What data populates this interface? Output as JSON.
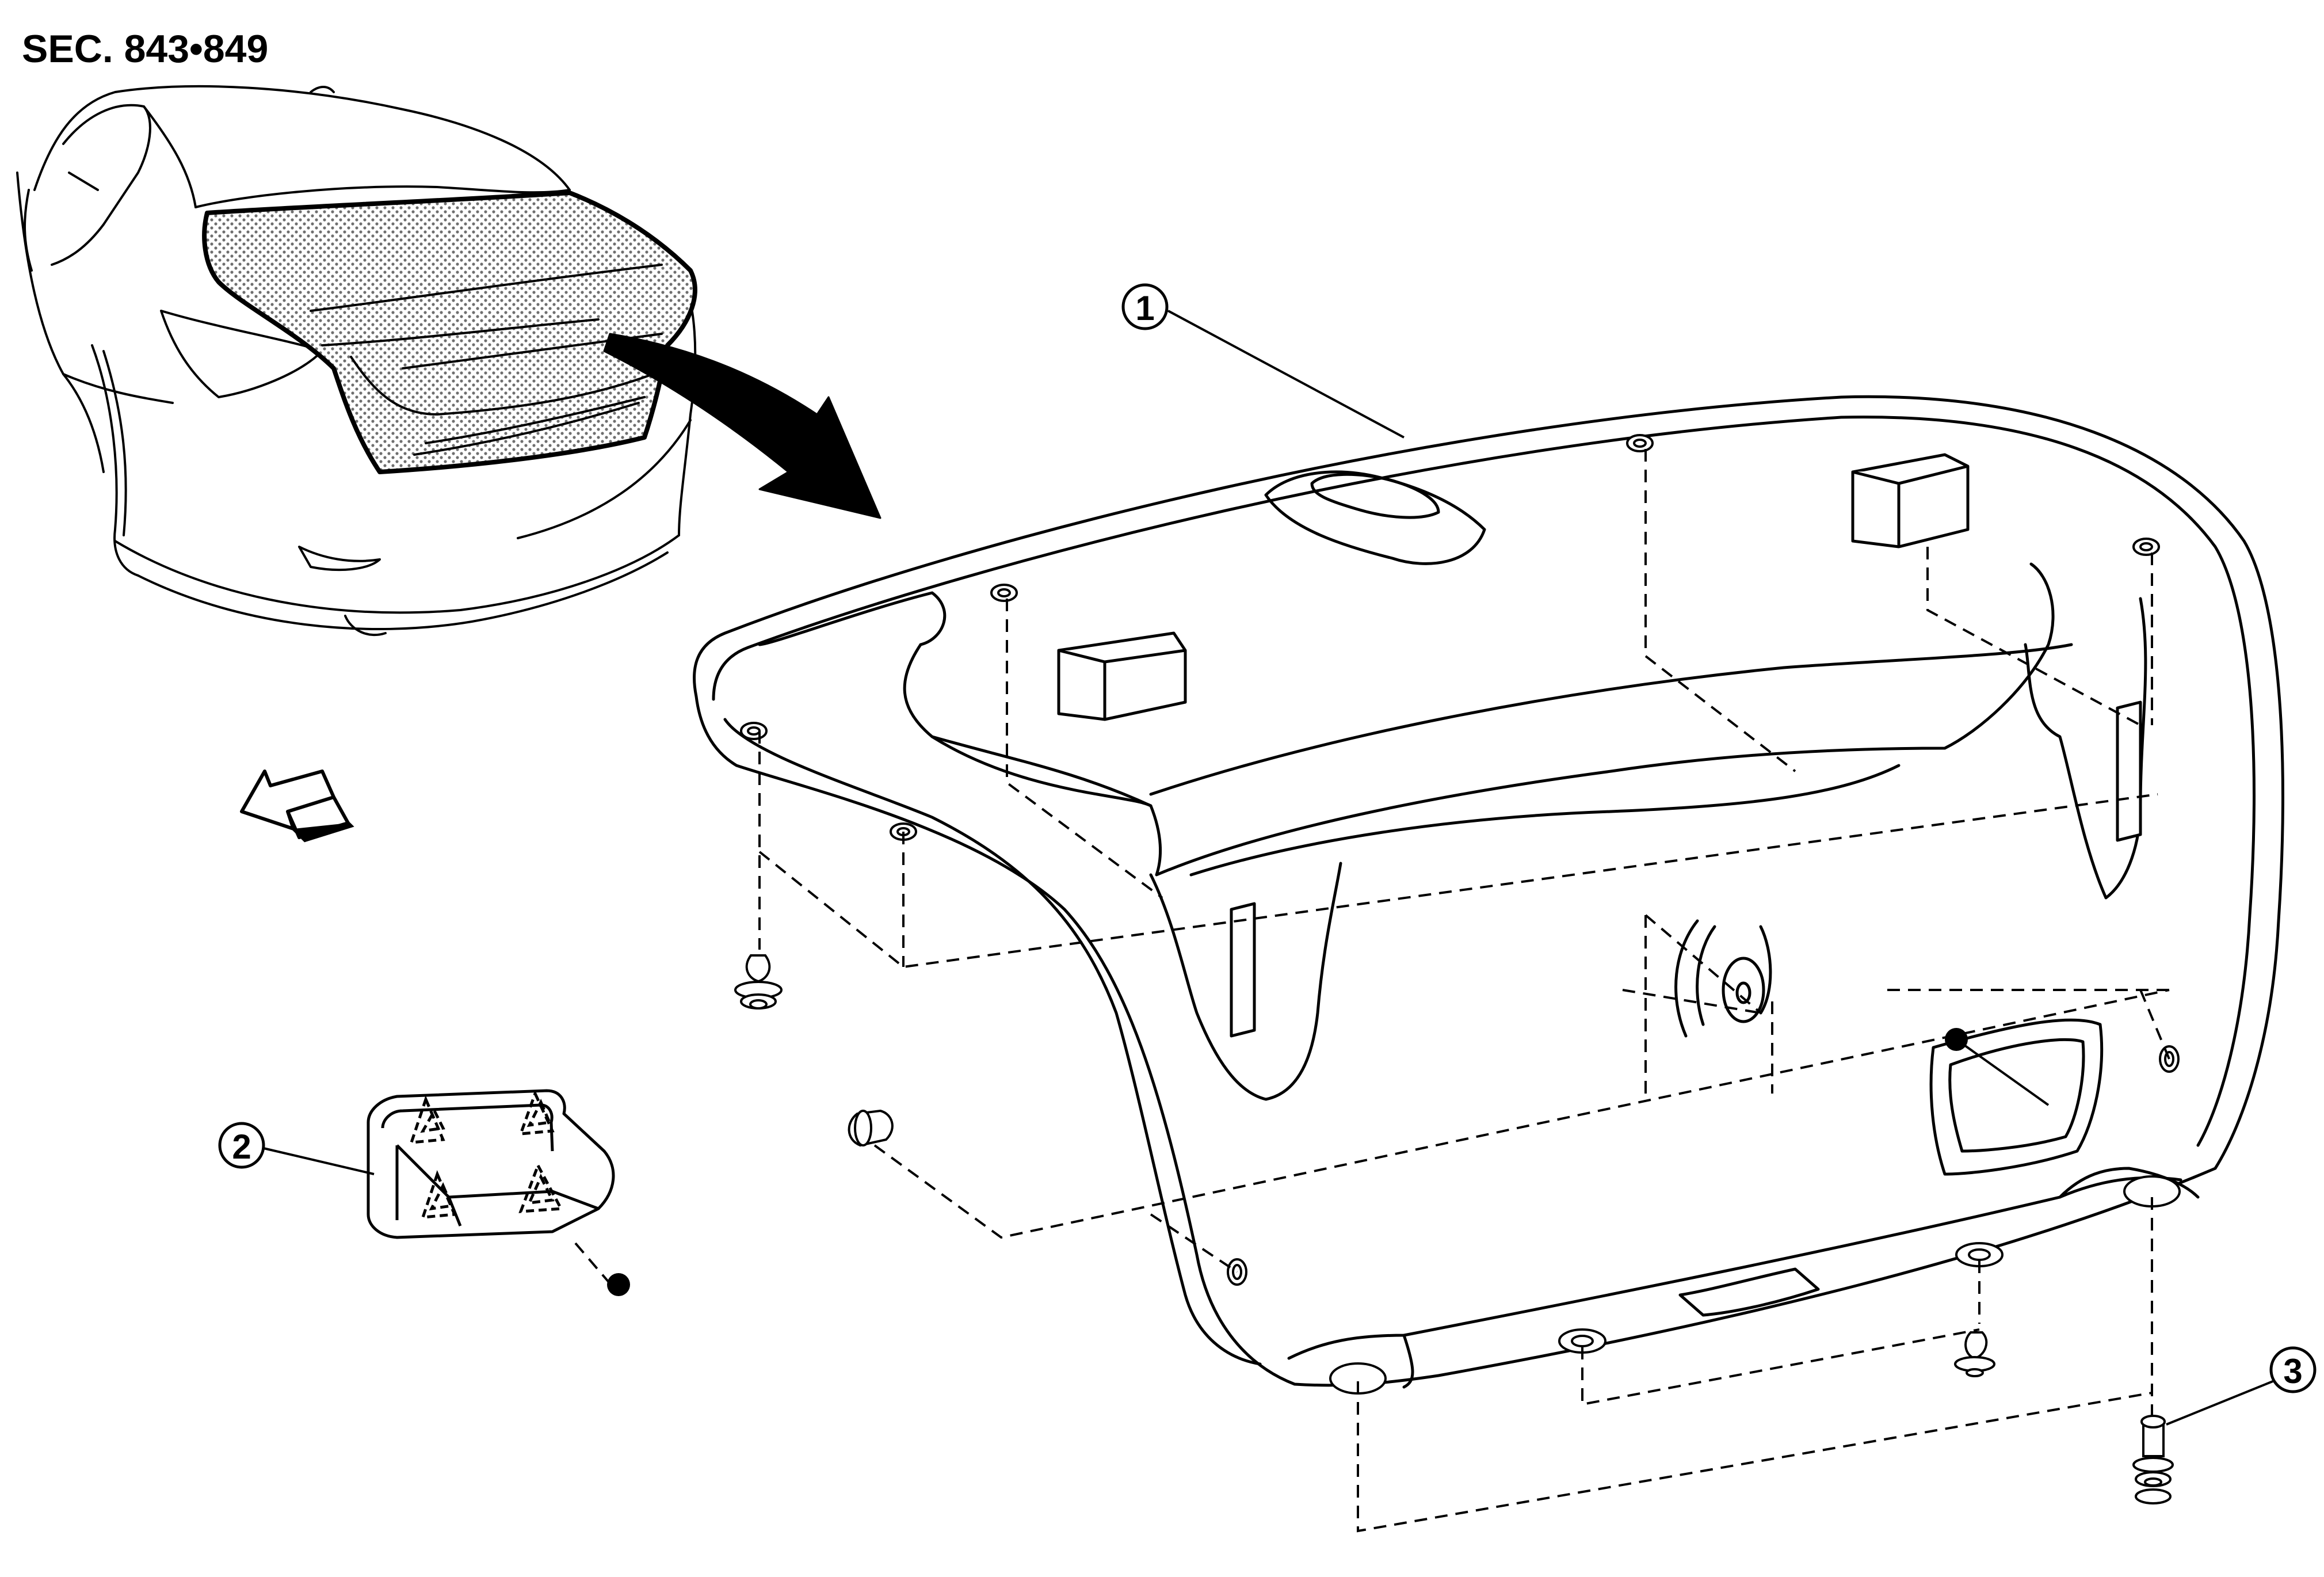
{
  "section_title": "SEC. 843•849",
  "callouts": [
    {
      "id": "1",
      "text": "1"
    },
    {
      "id": "2",
      "text": "2"
    },
    {
      "id": "3",
      "text": "3"
    }
  ],
  "icons": {
    "view_arrow": "view-direction-arrow-icon",
    "large_arrow": "detail-pointer-arrow-icon",
    "clip": "clip-icon",
    "symbol_dot": "filled-dot-icon",
    "symbol_triangle": "dashed-triangle-icon"
  },
  "colors": {
    "line": "#000000",
    "background": "#ffffff",
    "hatch": "#8a8a8a"
  }
}
